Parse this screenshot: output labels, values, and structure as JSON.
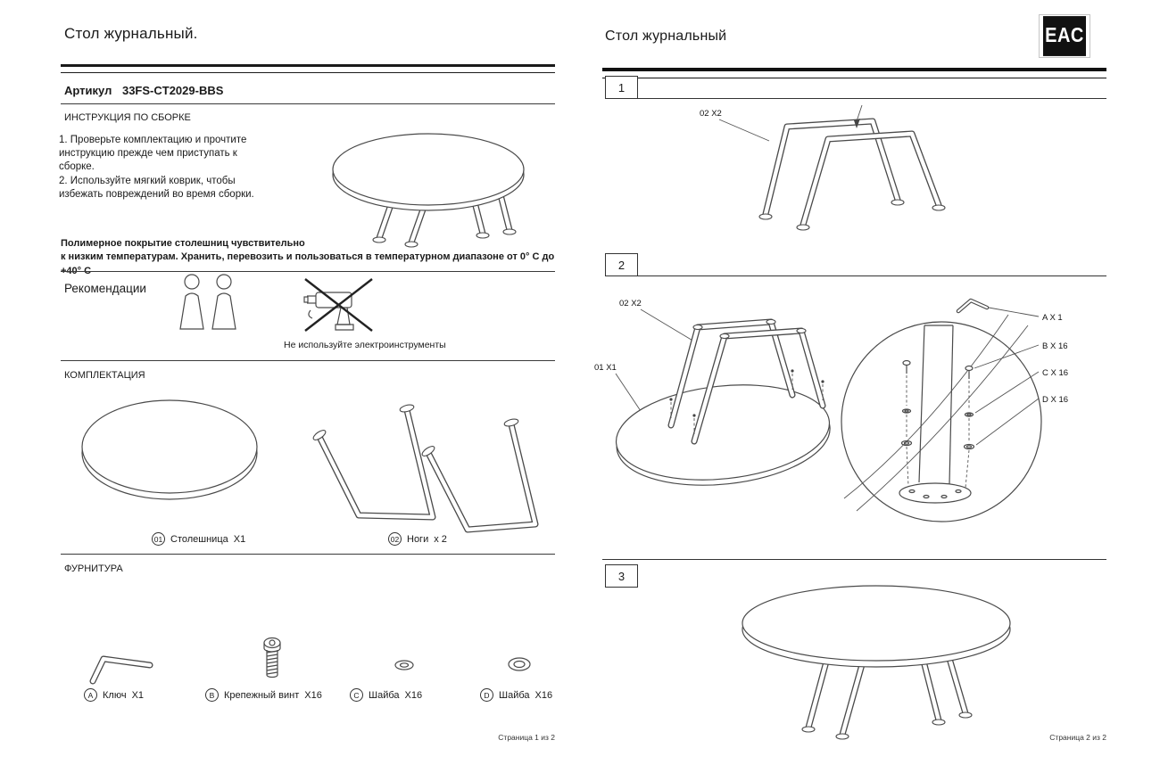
{
  "page1": {
    "title": "Стол журнальный.",
    "article_label": "Артикул",
    "article_value": "33FS-CT2029-BBS",
    "section_instructions": "ИНСТРУКЦИЯ ПО СБОРКЕ",
    "instructions": "1. Проверьте комплектацию и прочтите\nинструкцию прежде чем приступать к\nсборке.\n2. Используйте мягкий коврик, чтобы\nизбежать повреждений во время сборки.",
    "warning": "Полимерное покрытие столешниц чувствительно\nк низким температурам. Хранить, перевозить и пользоваться в температурном диапазоне от 0° С до +40° С",
    "section_recommendations": "Рекомендации",
    "no_power_tools": "Не используйте электроинструменты",
    "section_parts": "КОМПЛЕКТАЦИЯ",
    "parts": [
      {
        "num": "01",
        "label": "Столешница",
        "qty": "X1"
      },
      {
        "num": "02",
        "label": "Ноги",
        "qty": "х 2"
      }
    ],
    "section_hardware": "ФУРНИТУРА",
    "hardware": [
      {
        "letter": "A",
        "label": "Ключ",
        "qty": "X1"
      },
      {
        "letter": "B",
        "label": "Крепежный винт",
        "qty": "X16"
      },
      {
        "letter": "C",
        "label": "Шайба",
        "qty": "X16"
      },
      {
        "letter": "D",
        "label": "Шайба",
        "qty": "X16"
      }
    ],
    "footer": "Страница 1 из 2"
  },
  "page2": {
    "title": "Стол журнальный",
    "eac_logo": "EAC",
    "step1": {
      "num": "1",
      "part_label": "02 X2"
    },
    "step2": {
      "num": "2",
      "legs_label": "02 X2",
      "top_label": "01 X1",
      "callouts": [
        "A X 1",
        "B X 16",
        "C X 16",
        "D X 16"
      ]
    },
    "step3": {
      "num": "3"
    },
    "footer": "Страница 2 из 2"
  }
}
